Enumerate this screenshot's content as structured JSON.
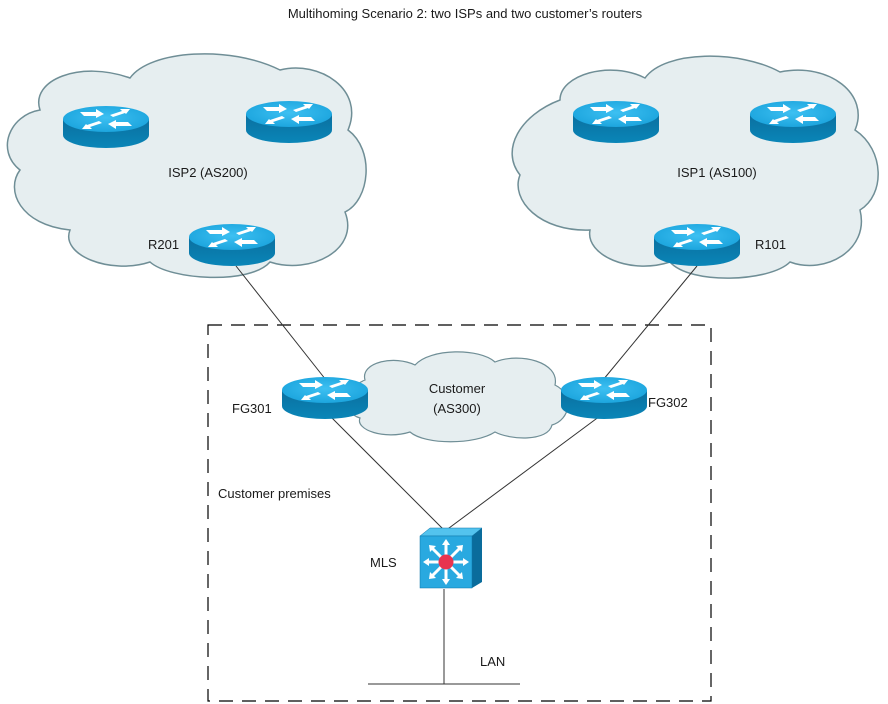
{
  "title": "Multihoming Scenario 2: two ISPs and two customer’s routers",
  "clouds": {
    "isp2": {
      "label": "ISP2 (AS200)"
    },
    "isp1": {
      "label": "ISP1 (AS100)"
    },
    "customer": {
      "label_line1": "Customer",
      "label_line2": "(AS300)"
    }
  },
  "routers": {
    "isp2_left": {
      "label": ""
    },
    "isp2_right": {
      "label": ""
    },
    "r201": {
      "label": "R201"
    },
    "isp1_left": {
      "label": ""
    },
    "isp1_right": {
      "label": ""
    },
    "r101": {
      "label": "R101"
    },
    "fg301": {
      "label": "FG301"
    },
    "fg302": {
      "label": "FG302"
    }
  },
  "switch": {
    "label": "MLS"
  },
  "premises": {
    "label": "Customer premises"
  },
  "lan": {
    "label": "LAN"
  },
  "colors": {
    "cloud_fill": "#e6eef0",
    "cloud_stroke": "#6f8e96",
    "router_top": "#29a9e0",
    "router_side": "#0a74a8",
    "switch_face": "#29a9e0",
    "switch_center": "#e8344f",
    "link": "#333333"
  }
}
